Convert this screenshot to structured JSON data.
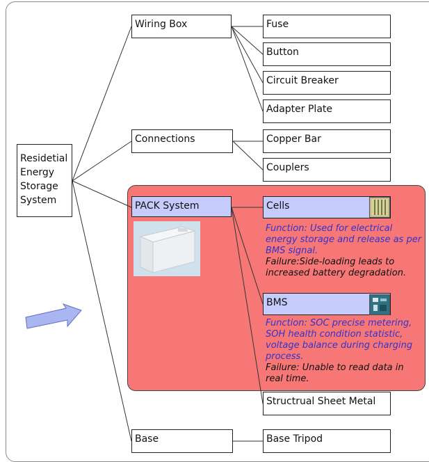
{
  "root": {
    "label": "Residetial Energy Storage System"
  },
  "level1": {
    "wiring_box": "Wiring Box",
    "connections": "Connections",
    "pack_system": "PACK System",
    "base": "Base"
  },
  "level2": {
    "fuse": "Fuse",
    "button": "Button",
    "circuit_breaker": "Circuit Breaker",
    "adapter_plate": "Adapter Plate",
    "copper_bar": "Copper Bar",
    "couplers": "Couplers",
    "cells": "Cells",
    "bms": "BMS",
    "structural_sheet_metal": "Structrual Sheet Metal",
    "base_tripod": "Base Tripod"
  },
  "cells_desc": {
    "function": "Function: Used for electrical energy storage and release as per BMS signal.",
    "failure": "Failure:Side-loading leads to increased battery degradation."
  },
  "bms_desc": {
    "function": "Function: SOC precise metering, SOH health condition statistic, voltage balance during charging process.",
    "failure": "Failure: Unable to read data in real time."
  },
  "colors": {
    "panel": "#f77777",
    "highlight_box": "#c5ccfb",
    "function_text": "#3333cc",
    "arrow": "#a9b6f2"
  },
  "icons": {
    "pack_photo": "battery-pack-image",
    "cells_thumb": "battery-cells-image",
    "bms_thumb": "circuit-board-image",
    "arrow": "right-arrow-icon"
  }
}
